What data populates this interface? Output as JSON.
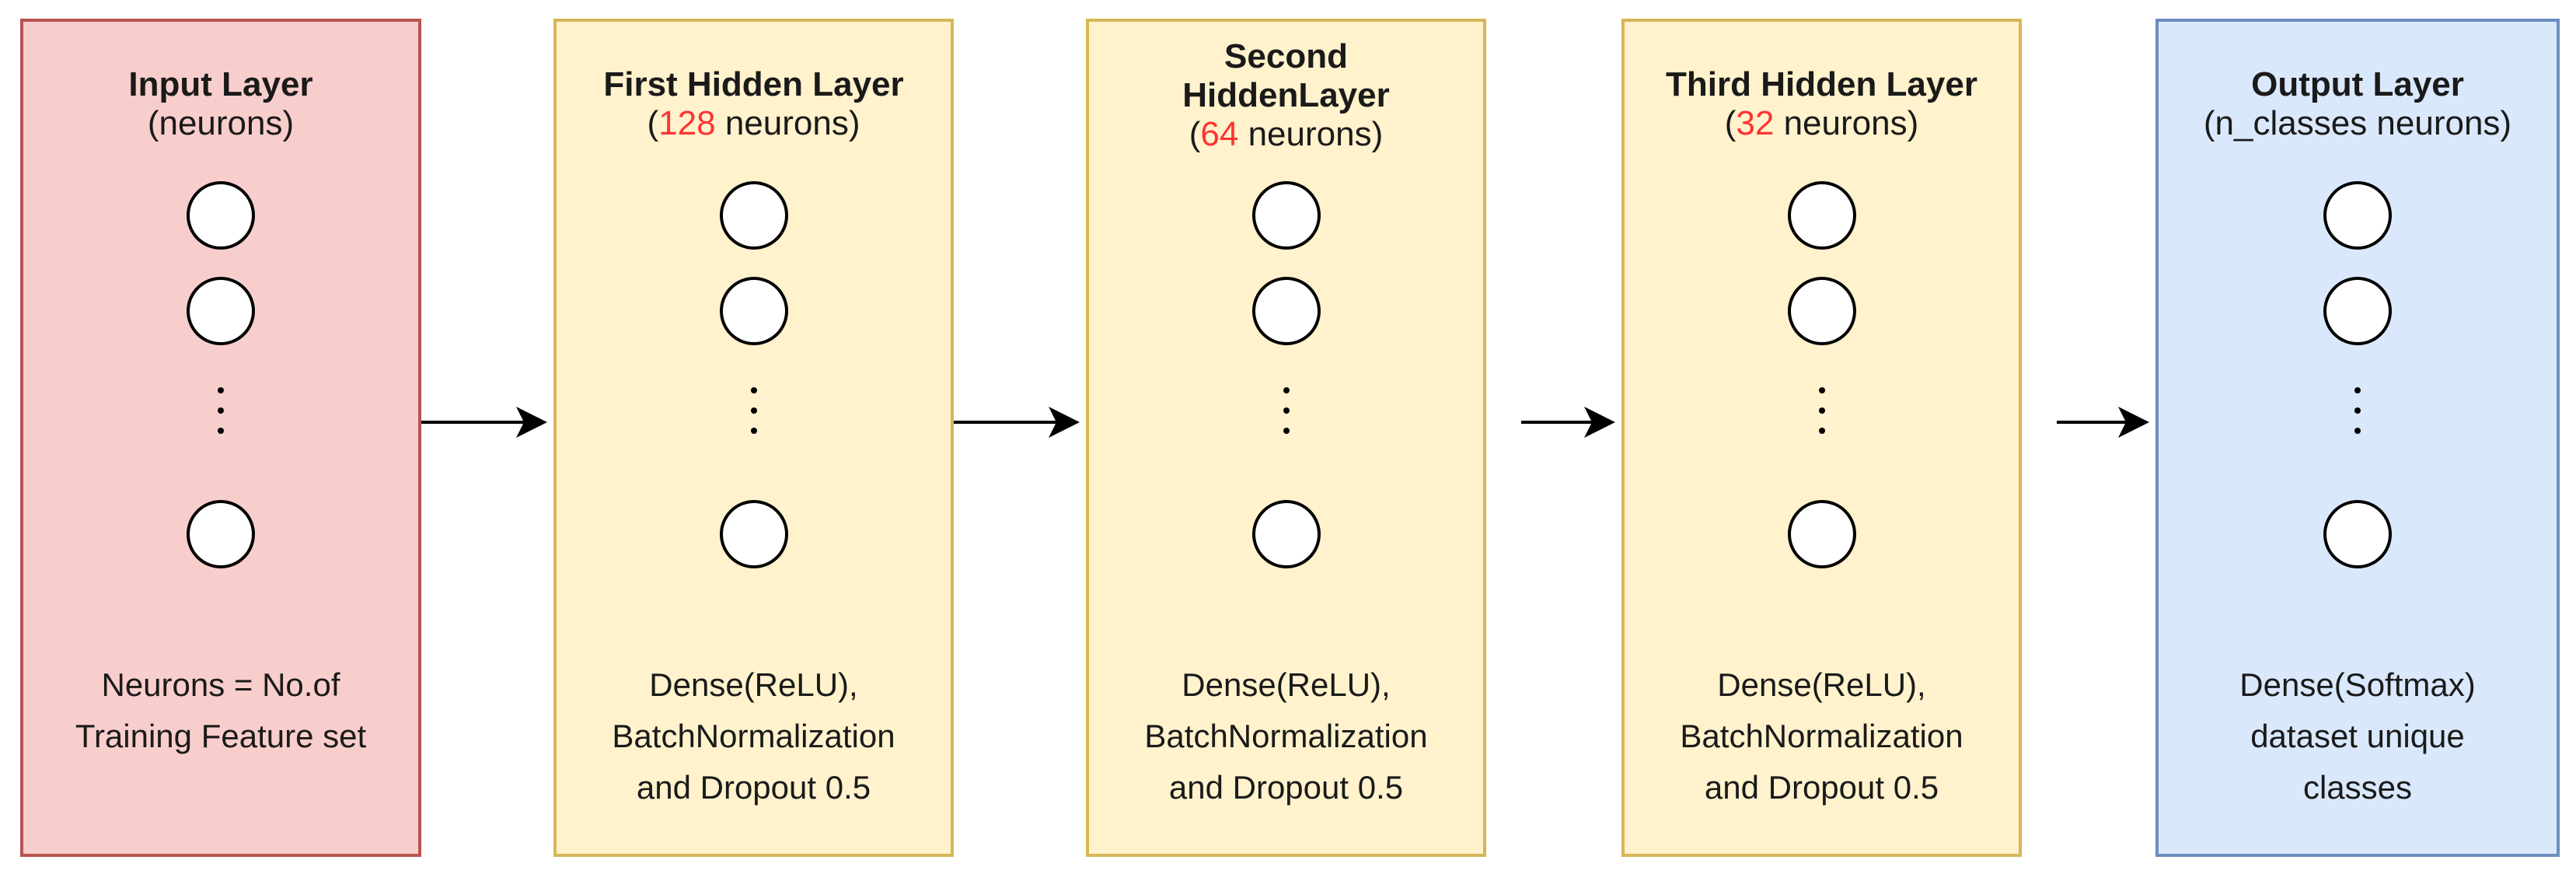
{
  "layers": [
    {
      "title": "Input Layer",
      "sub_pre": "(",
      "sub_num": "",
      "sub_post": "neurons)",
      "desc": [
        "Neurons = No.of",
        "Training Feature set"
      ]
    },
    {
      "title": "First Hidden Layer",
      "sub_pre": "(",
      "sub_num": "128",
      "sub_post": " neurons)",
      "desc": [
        "Dense(ReLU),",
        "BatchNormalization",
        "and Dropout 0.5"
      ]
    },
    {
      "title_line1": "Second",
      "title_line2": "HiddenLayer",
      "sub_pre": "(",
      "sub_num": "64",
      "sub_post": " neurons)",
      "desc": [
        "Dense(ReLU),",
        "BatchNormalization",
        "and Dropout 0.5"
      ]
    },
    {
      "title": "Third Hidden Layer",
      "sub_pre": "(",
      "sub_num": "32",
      "sub_post": " neurons)",
      "desc": [
        "Dense(ReLU),",
        "BatchNormalization",
        "and Dropout 0.5"
      ]
    },
    {
      "title": "Output Layer",
      "sub_pre": "(",
      "sub_num": "",
      "sub_post": "n_classes neurons)",
      "desc": [
        "Dense(Softmax)",
        "dataset unique",
        "classes"
      ]
    }
  ],
  "colors": {
    "input_fill": "#f8cecc",
    "input_border": "#b85450",
    "hidden_fill": "#fff2cc",
    "hidden_border": "#d6b656",
    "output_fill": "#dae8fc",
    "output_border": "#6c8ebf",
    "highlight_number": "#ff3333"
  }
}
